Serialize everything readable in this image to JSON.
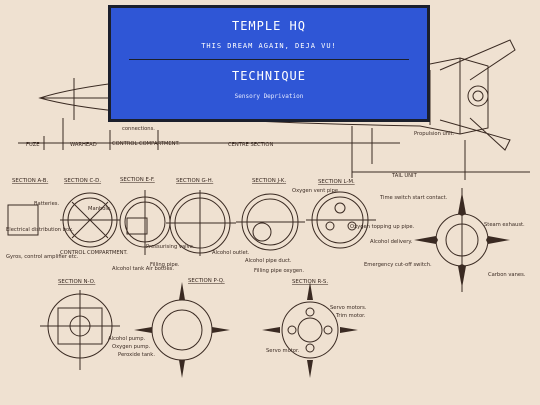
{
  "card": {
    "title": "TEMPLE HQ",
    "subtitle": "THIS DREAM AGAIN, DEJA VU!",
    "heading": "TECHNIQUE",
    "caption": "Sensory Deprivation"
  },
  "diagram": {
    "top_labels": {
      "fuze": "FUZE",
      "warhead": "WARHEAD",
      "control_compartment": "CONTROL COMPARTMENT.",
      "centre_section": "CENTRE SECTION",
      "tail_unit": "TAIL UNIT",
      "propulsion_unit": "Propulsion unit.",
      "gyro_connections": "connections."
    },
    "section_titles": [
      "SECTION A-B.",
      "SECTION C-D.",
      "SECTION E-F.",
      "SECTION G-H.",
      "SECTION J-K.",
      "SECTION L-M.",
      "SECTION N-O.",
      "SECTION P-Q.",
      "SECTION R-S."
    ],
    "callouts": {
      "batteries": "Batteries.",
      "manhole": "Manhole.",
      "electrical_box": "Electrical distribution box.",
      "gyros": "Gyros, control amplifier etc.",
      "control_compartment": "CONTROL COMPARTMENT.",
      "alcohol_air": "Alcohol tank Air bottles.",
      "pressurising": "Pressurising valve.",
      "filling_pipe": "Filling pipe.",
      "alcohol_outlet": "Alcohol outlet.",
      "alcohol_pipe_duct": "Alcohol pipe duct.",
      "filling_pipe_oxygen": "Filling pipe oxygen.",
      "oxygen_vent": "Oxygen vent pipe.",
      "oxygen_topping": "Oxygen topping up pipe.",
      "alcohol_delivery": "Alcohol delivery.",
      "emergency": "Emergency cut-off switch.",
      "time_switch": "Time switch start contact.",
      "steam_exhaust": "Steam exhaust.",
      "carbon_vanes": "Carbon vanes.",
      "alcohol_pump": "Alcohol pump.",
      "oxygen_pump": "Oxygen pump.",
      "peroxide_tank": "Peroxide tank.",
      "servo_motors": "Servo motors.",
      "trim_motor": "Trim motor.",
      "servo_motor": "Servo motor."
    }
  }
}
